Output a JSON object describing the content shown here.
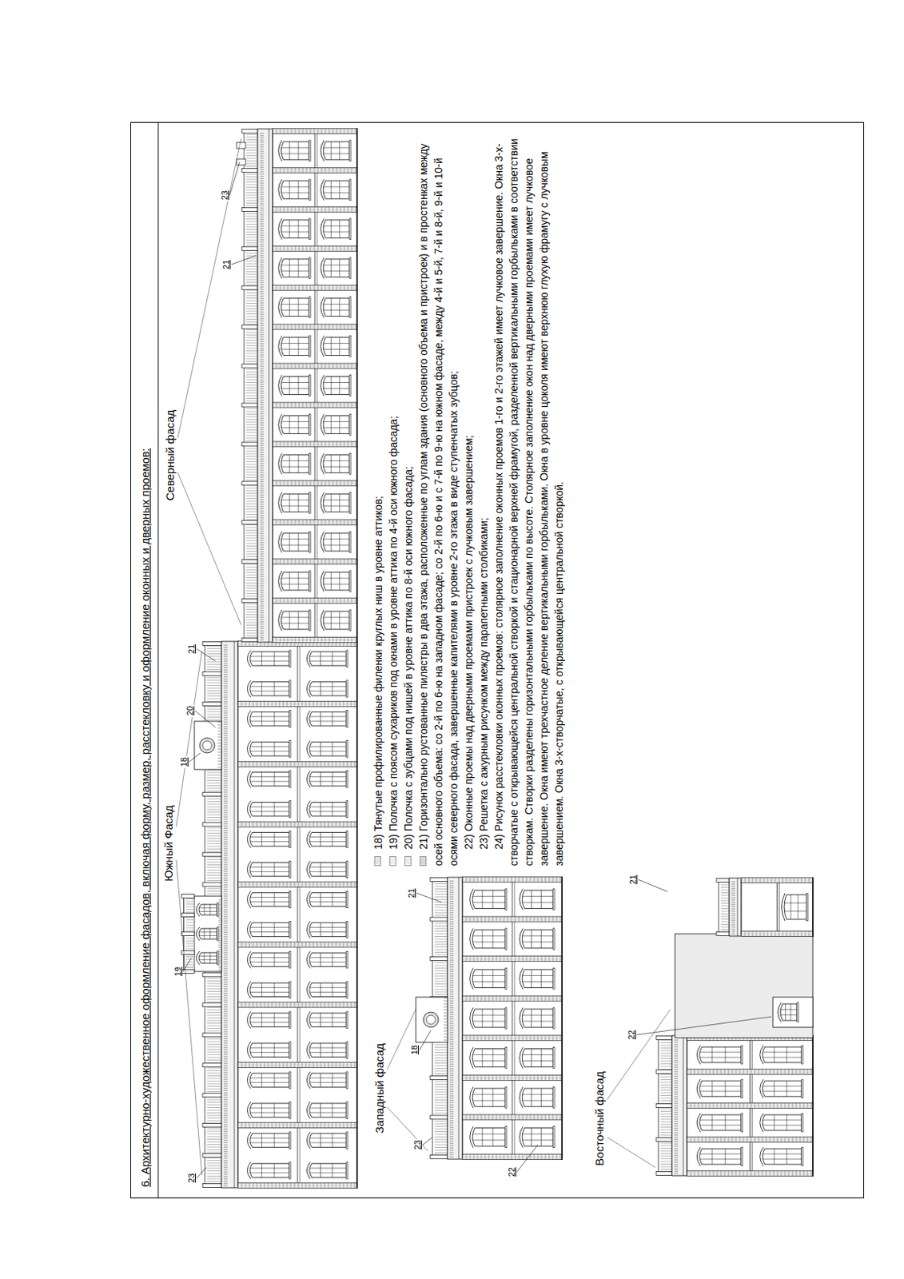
{
  "diagram": {
    "title": "6. Архитектурно-художественное оформление фасадов, включая форму, размер, расстекловку и оформление оконных и дверных проемов:",
    "labels": [
      "Южный Фасад",
      "Северный фасад",
      "Западный фасад",
      "Восточный фасад",
      "23",
      "19",
      "18",
      "20",
      "21",
      "23",
      "21",
      "18",
      "21",
      "23",
      "22",
      "22",
      "21",
      "22) Оконные проемы над дверными проемами пристроек с лучковым завершением;",
      "23) Решетка с ажурным рисунком между парапетными столбиками;",
      "24) Рисунок расстекловки оконных проемов: столярное заполнение оконных проемов 1-го и 2-го этажей имеет лучковое завершение. Окна 3-х-створчатые с открывающейся центральной створкой и стационарной верхней фрамугой, разделенной вертикальными горбыльками в соответствии створкам. Створки разделены горизонтальными горбыльками по высоте. Столярное заполнение окон над дверными проемами имеет лучковое завершение. Окна имеют трехчастное деление вертикальными горбыльками. Окна в уровне цоколя имеют верхнюю глухую фрамугу с лучковым завершением. Окна 3-х-створчатые, с открывающейся центральной створкой."
    ],
    "legend": [
      {
        "text": "18) Тянутые профилированные филенки круглых ниш в уровне аттиков;",
        "color": "#e4e4e4"
      },
      {
        "text": "19) Полочка с поясом сухариков под окнами в уровне аттика по 4-й оси южного фасада;",
        "color": "#ececec"
      },
      {
        "text": "20) Полочка с зубцами под нишей в уровне аттика по 8-й оси южного фасада;",
        "color": "#ececec"
      },
      {
        "text": "21) Горизонтально рустованные пилястры в два этажа, расположенные по углам здания (основного объема и пристроек) и в простенках между осей основного объема: со 2-й по 6-ю на западном фасаде; со 2-й по 6-ю и с 7-й по 9-ю на южном фасаде, между 4-й и 5-й, 7-й и 8-й, 9-й и 10-й осями северного фасада, завершенные капителями в уровне 2-го этажа в виде ступенчатых зубцов;",
        "color": "#d6d6d6"
      }
    ]
  }
}
